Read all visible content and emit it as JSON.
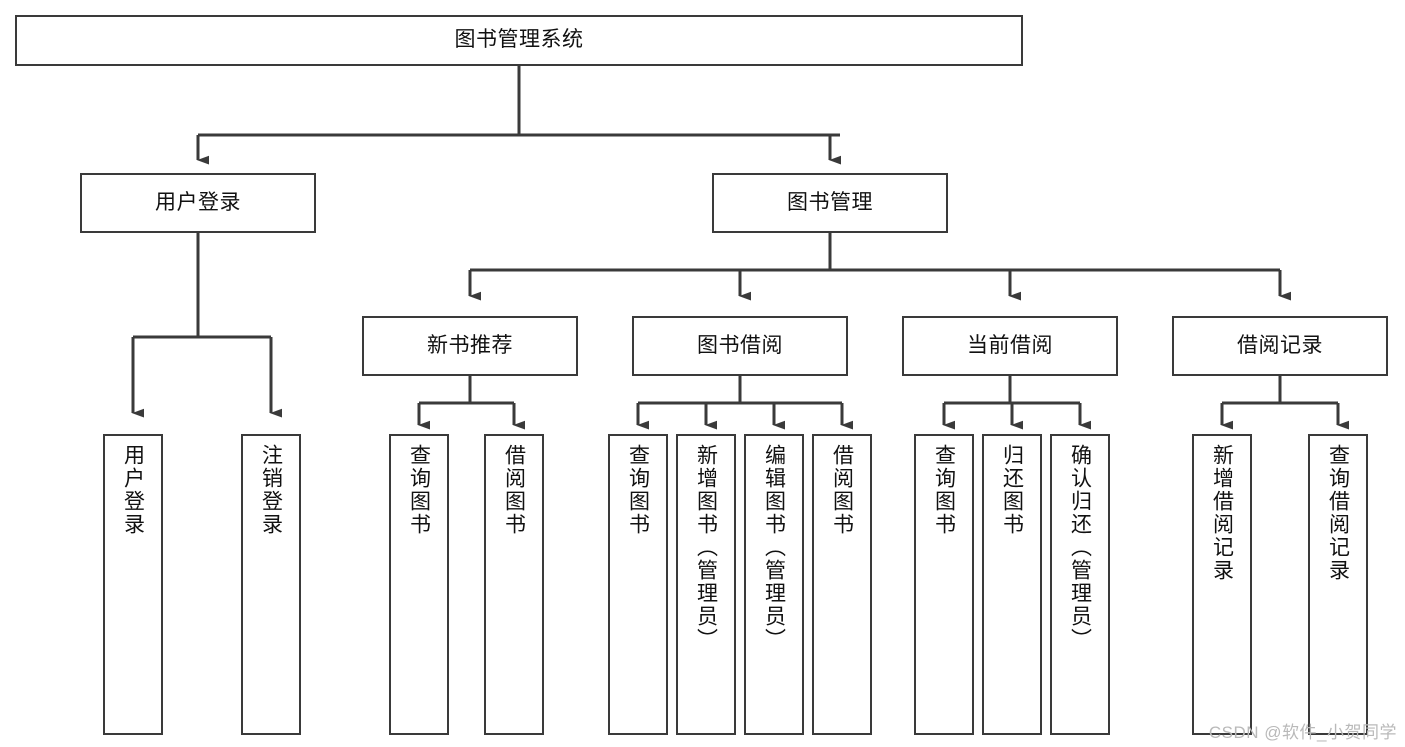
{
  "diagram": {
    "type": "tree-hierarchy",
    "title": "图书管理系统",
    "background_color": "#ffffff",
    "border_color": "#3a3a3a",
    "text_color": "#111111",
    "levels": [
      {
        "level": 1,
        "nodes": [
          {
            "id": "root",
            "label": "图书管理系统"
          }
        ]
      },
      {
        "level": 2,
        "nodes": [
          {
            "id": "login",
            "label": "用户登录",
            "parent": "root"
          },
          {
            "id": "bookmgmt",
            "label": "图书管理",
            "parent": "root"
          }
        ]
      },
      {
        "level": 3,
        "nodes": [
          {
            "id": "newbook",
            "label": "新书推荐",
            "parent": "bookmgmt"
          },
          {
            "id": "borrow",
            "label": "图书借阅",
            "parent": "bookmgmt"
          },
          {
            "id": "current",
            "label": "当前借阅",
            "parent": "bookmgmt"
          },
          {
            "id": "records",
            "label": "借阅记录",
            "parent": "bookmgmt"
          }
        ]
      },
      {
        "level": 4,
        "nodes": [
          {
            "id": "leaf1",
            "label": "用户登录",
            "parent": "login"
          },
          {
            "id": "leaf2",
            "label": "注销登录",
            "parent": "login"
          },
          {
            "id": "leaf3",
            "label": "查询图书",
            "parent": "newbook"
          },
          {
            "id": "leaf4",
            "label": "借阅图书",
            "parent": "newbook"
          },
          {
            "id": "leaf5",
            "label": "查询图书",
            "parent": "borrow"
          },
          {
            "id": "leaf6",
            "label": "新增图书（管理员）",
            "parent": "borrow"
          },
          {
            "id": "leaf7",
            "label": "编辑图书（管理员）",
            "parent": "borrow"
          },
          {
            "id": "leaf8",
            "label": "借阅图书",
            "parent": "borrow"
          },
          {
            "id": "leaf9",
            "label": "查询图书",
            "parent": "current"
          },
          {
            "id": "leaf10",
            "label": "归还图书",
            "parent": "current"
          },
          {
            "id": "leaf11",
            "label": "确认归还（管理员）",
            "parent": "current"
          },
          {
            "id": "leaf12",
            "label": "新增借阅记录",
            "parent": "records"
          },
          {
            "id": "leaf13",
            "label": "查询借阅记录",
            "parent": "records"
          }
        ]
      }
    ]
  },
  "watermark": {
    "text": "CSDN @软件_小贺同学"
  }
}
